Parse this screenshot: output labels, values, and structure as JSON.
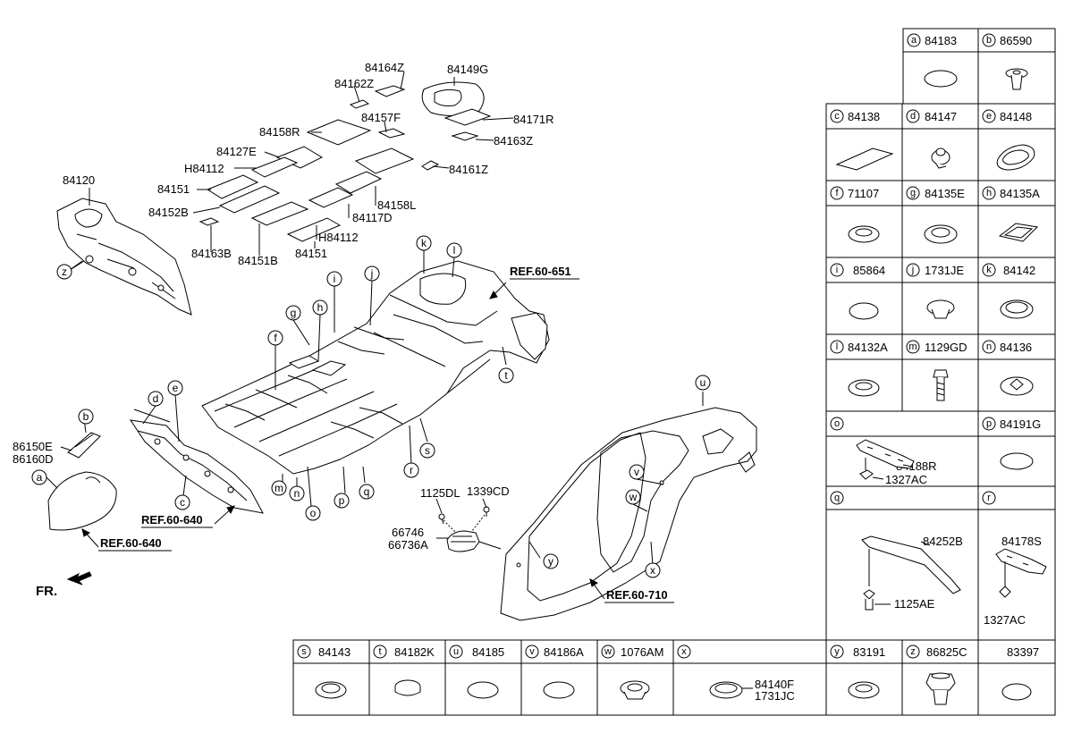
{
  "diagram": {
    "part_labels": [
      "84164Z",
      "84149G",
      "84162Z",
      "84157F",
      "84171R",
      "84158R",
      "84163Z",
      "84127E",
      "H84112",
      "84161Z",
      "84151",
      "84158L",
      "84152B",
      "84117D",
      "H84112",
      "84163B",
      "84151B",
      "84151",
      "84120",
      "86150E",
      "86160D",
      "1125DL",
      "1339CD",
      "66746",
      "66736A",
      "FR."
    ],
    "refs": [
      "REF.60-651",
      "REF.60-640",
      "REF.60-640",
      "REF.60-710"
    ],
    "callouts": [
      "a",
      "b",
      "c",
      "d",
      "e",
      "f",
      "g",
      "h",
      "i",
      "j",
      "k",
      "l",
      "m",
      "n",
      "o",
      "p",
      "q",
      "r",
      "s",
      "t",
      "u",
      "v",
      "w",
      "x",
      "y",
      "z"
    ]
  },
  "legend": {
    "cells": [
      {
        "letter": "a",
        "part": "84183"
      },
      {
        "letter": "b",
        "part": "86590"
      },
      {
        "letter": "c",
        "part": "84138"
      },
      {
        "letter": "d",
        "part": "84147"
      },
      {
        "letter": "e",
        "part": "84148"
      },
      {
        "letter": "f",
        "part": "71107"
      },
      {
        "letter": "g",
        "part": "84135E"
      },
      {
        "letter": "h",
        "part": "84135A"
      },
      {
        "letter": "i",
        "part": "85864"
      },
      {
        "letter": "j",
        "part": "1731JE"
      },
      {
        "letter": "k",
        "part": "84142"
      },
      {
        "letter": "l",
        "part": "84132A"
      },
      {
        "letter": "m",
        "part": "1129GD"
      },
      {
        "letter": "n",
        "part": "84136"
      },
      {
        "letter": "o",
        "part": "",
        "sub1": "84188R",
        "sub2": "1327AC"
      },
      {
        "letter": "p",
        "part": "84191G"
      },
      {
        "letter": "q",
        "part": "",
        "sub1": "84252B",
        "sub2": "1125AE"
      },
      {
        "letter": "r",
        "part": "",
        "sub1": "84178S",
        "sub2": "1327AC"
      },
      {
        "letter": "s",
        "part": "84143"
      },
      {
        "letter": "t",
        "part": "84182K"
      },
      {
        "letter": "u",
        "part": "84185"
      },
      {
        "letter": "v",
        "part": "84186A"
      },
      {
        "letter": "w",
        "part": "1076AM"
      },
      {
        "letter": "x",
        "part": "",
        "sub1": "84140F",
        "sub2": "1731JC"
      },
      {
        "letter": "y",
        "part": "83191"
      },
      {
        "letter": "z",
        "part": "86825C"
      },
      {
        "letter": "",
        "part": "83397"
      }
    ]
  }
}
